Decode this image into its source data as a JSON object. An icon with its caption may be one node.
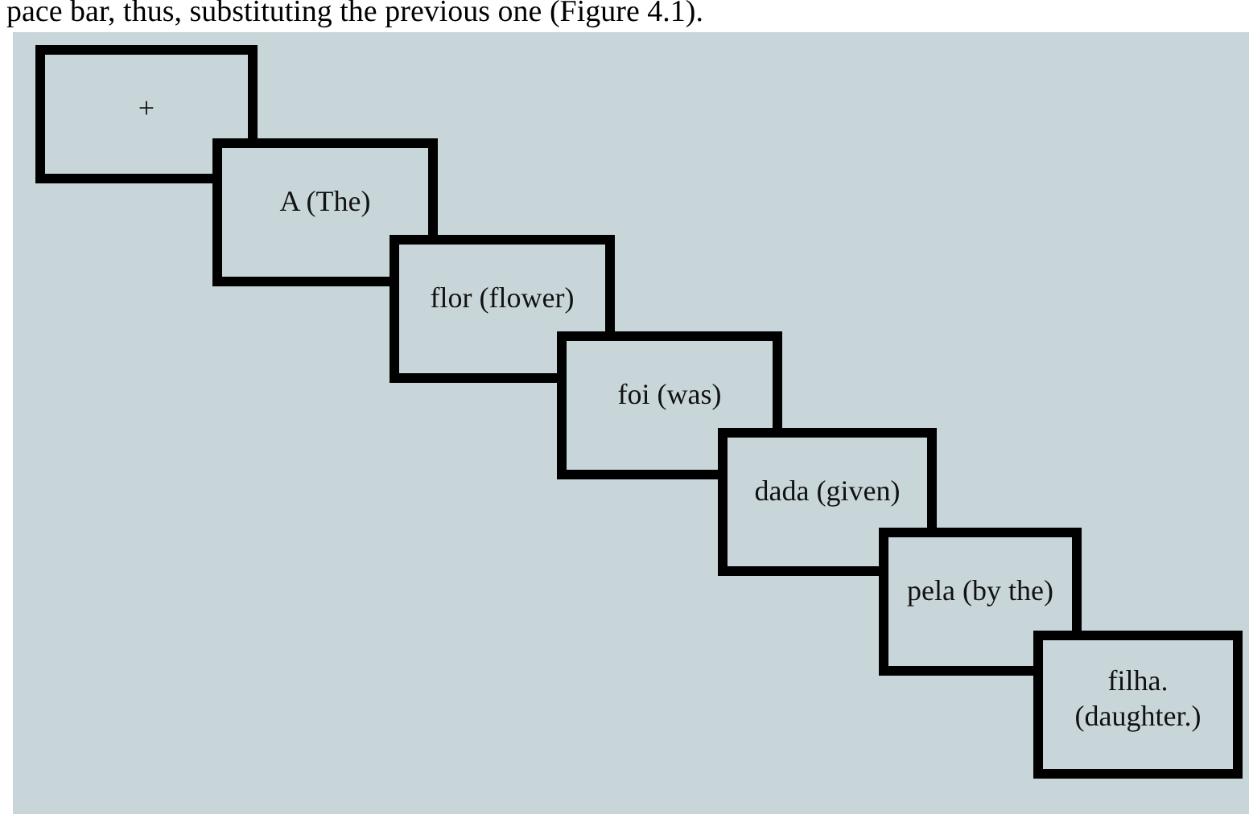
{
  "diagram": {
    "nodes": [
      {
        "text": [
          "+"
        ]
      },
      {
        "text": [
          "A (The)"
        ]
      },
      {
        "text": [
          "flor (flower)"
        ]
      },
      {
        "text": [
          "foi (was)"
        ]
      },
      {
        "text": [
          "dada (given)"
        ]
      },
      {
        "text": [
          "pela (by the)"
        ]
      },
      {
        "text": [
          "filha. (daughter.)"
        ]
      }
    ],
    "labels": [
      "pace bar, thus, substituting the previous one (Figure 4.1)."
    ]
  }
}
